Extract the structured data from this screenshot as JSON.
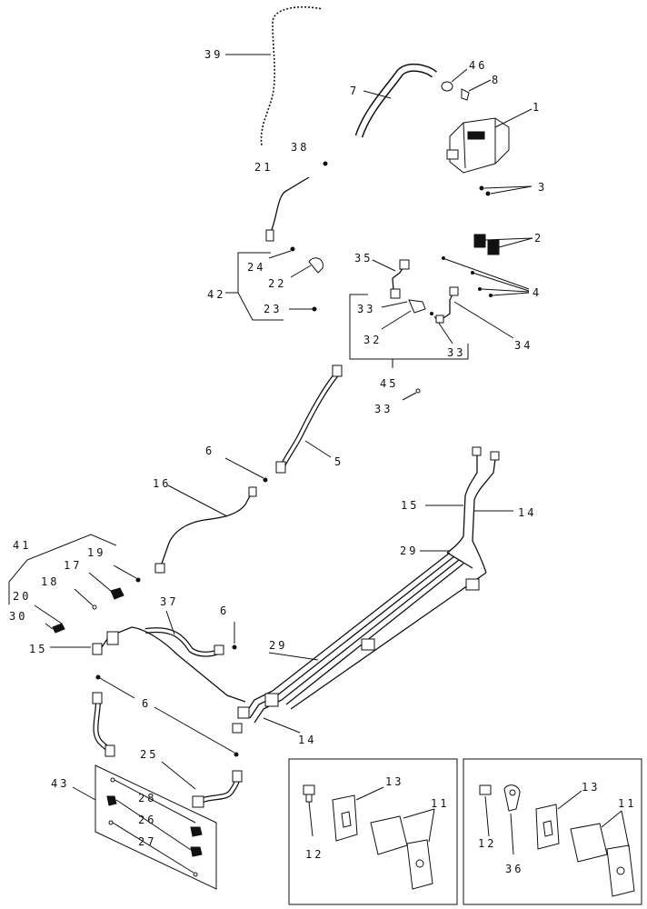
{
  "diagram": {
    "labels": {
      "l39": "39",
      "l46": "46",
      "l7": "7",
      "l8": "8",
      "l1": "1",
      "l38": "38",
      "l21": "21",
      "l3": "3",
      "l2": "2",
      "l24": "24",
      "l22": "22",
      "l35": "35",
      "l42": "42",
      "l23": "23",
      "l33a": "33",
      "l4": "4",
      "l32": "32",
      "l33b": "33",
      "l34": "34",
      "l45": "45",
      "l33c": "33",
      "l5": "5",
      "l6a": "6",
      "l16": "16",
      "l15a": "15",
      "l14a": "14",
      "l29a": "29",
      "l41": "41",
      "l19": "19",
      "l17": "17",
      "l18": "18",
      "l20": "20",
      "l30": "30",
      "l37": "37",
      "l6b": "6",
      "l15b": "15",
      "l29b": "29",
      "l6c": "6",
      "l14b": "14",
      "l25": "25",
      "l43": "43",
      "l28": "28",
      "l26": "26",
      "l27": "27",
      "l13a": "13",
      "l11a": "11",
      "l12a": "12",
      "l13b": "13",
      "l11b": "11",
      "l12b": "12",
      "l36": "36"
    }
  }
}
